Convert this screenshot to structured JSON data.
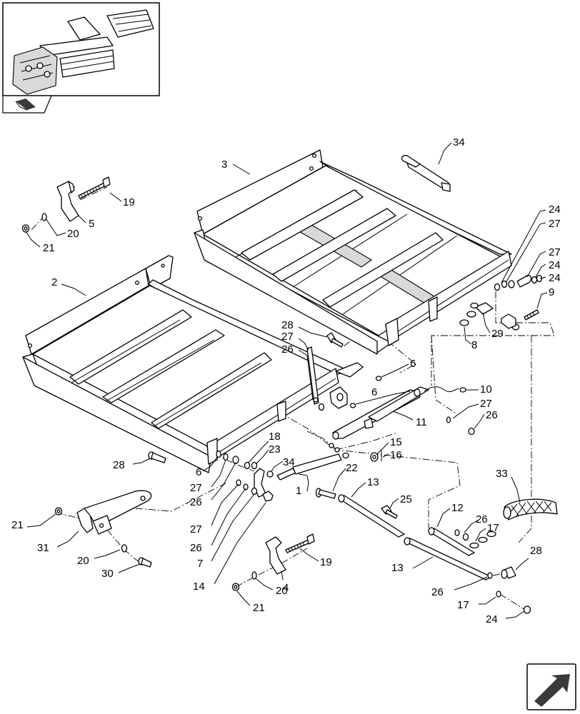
{
  "callouts": [
    {
      "id": "c34",
      "text": "34"
    },
    {
      "id": "c3",
      "text": "3"
    },
    {
      "id": "c19a",
      "text": "19"
    },
    {
      "id": "c5",
      "text": "5"
    },
    {
      "id": "c20a",
      "text": "20"
    },
    {
      "id": "c21a",
      "text": "21"
    },
    {
      "id": "c24a",
      "text": "24"
    },
    {
      "id": "c27a",
      "text": "27"
    },
    {
      "id": "c27b",
      "text": "27"
    },
    {
      "id": "c24b",
      "text": "24"
    },
    {
      "id": "c24c",
      "text": "24"
    },
    {
      "id": "c9",
      "text": "9"
    },
    {
      "id": "c2",
      "text": "2"
    },
    {
      "id": "c29",
      "text": "29"
    },
    {
      "id": "c8",
      "text": "8"
    },
    {
      "id": "c28a",
      "text": "28"
    },
    {
      "id": "c27c",
      "text": "27"
    },
    {
      "id": "c26a",
      "text": "26"
    },
    {
      "id": "c6a",
      "text": "6"
    },
    {
      "id": "c6b",
      "text": "6"
    },
    {
      "id": "c10",
      "text": "10"
    },
    {
      "id": "c27d",
      "text": "27"
    },
    {
      "id": "c11",
      "text": "11"
    },
    {
      "id": "c26b",
      "text": "26"
    },
    {
      "id": "c18",
      "text": "18"
    },
    {
      "id": "c15",
      "text": "15"
    },
    {
      "id": "c23",
      "text": "23"
    },
    {
      "id": "c16",
      "text": "16"
    },
    {
      "id": "c34b",
      "text": "34"
    },
    {
      "id": "c22",
      "text": "22"
    },
    {
      "id": "c28b",
      "text": "28"
    },
    {
      "id": "c6c",
      "text": "6"
    },
    {
      "id": "c27e",
      "text": "27"
    },
    {
      "id": "c26c",
      "text": "26"
    },
    {
      "id": "c1",
      "text": "1"
    },
    {
      "id": "c13a",
      "text": "13"
    },
    {
      "id": "c33",
      "text": "33"
    },
    {
      "id": "c25",
      "text": "25"
    },
    {
      "id": "c21b",
      "text": "21"
    },
    {
      "id": "c31",
      "text": "31"
    },
    {
      "id": "c27f",
      "text": "27"
    },
    {
      "id": "c12",
      "text": "12"
    },
    {
      "id": "c26d",
      "text": "26"
    },
    {
      "id": "c26e",
      "text": "26"
    },
    {
      "id": "c17a",
      "text": "17"
    },
    {
      "id": "c20b",
      "text": "20"
    },
    {
      "id": "c7",
      "text": "7"
    },
    {
      "id": "c19b",
      "text": "19"
    },
    {
      "id": "c30",
      "text": "30"
    },
    {
      "id": "c4",
      "text": "4"
    },
    {
      "id": "c28c",
      "text": "28"
    },
    {
      "id": "c13b",
      "text": "13"
    },
    {
      "id": "c14",
      "text": "14"
    },
    {
      "id": "c20c",
      "text": "20"
    },
    {
      "id": "c26f",
      "text": "26"
    },
    {
      "id": "c17b",
      "text": "17"
    },
    {
      "id": "c21c",
      "text": "21"
    },
    {
      "id": "c24d",
      "text": "24"
    }
  ],
  "icons": {
    "thumbnail": "assembly-thumbnail",
    "nav_back": "back-arrow-icon",
    "nav_next": "next-page-arrow-icon"
  },
  "colors": {
    "line": "#000000",
    "background": "#ffffff",
    "shading": "#d9d9d9",
    "icon_fill": "#3a3a3a"
  }
}
